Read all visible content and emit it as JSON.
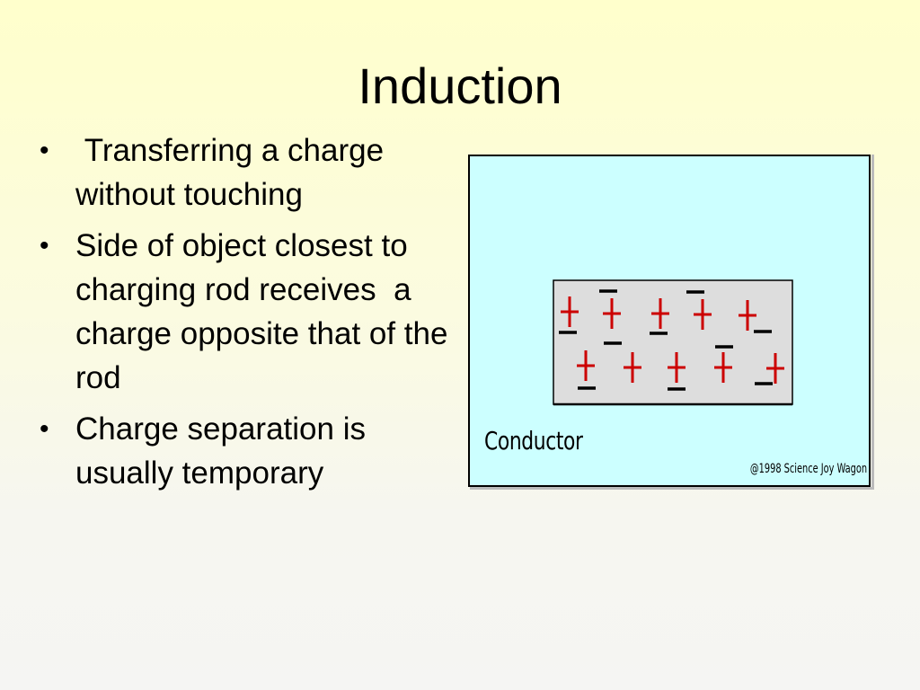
{
  "slide": {
    "title": "Induction",
    "bullets": [
      {
        "marker": "•",
        "text": " Transferring a charge without touching"
      },
      {
        "marker": "•",
        "text": "Side of object closest to charging rod receives  a charge opposite that of the rod"
      },
      {
        "marker": "•",
        "text": "Charge separation is usually temporary"
      }
    ]
  },
  "figure": {
    "label": "Conductor",
    "copyright": "@1998 Science Joy Wagon",
    "colors": {
      "background": "#ccffff",
      "conductor_fill": "#dddddd",
      "positive_charge": "#cc0000",
      "negative_charge": "#000000"
    },
    "positive_charge_count": 10,
    "negative_charge_count": 10
  }
}
